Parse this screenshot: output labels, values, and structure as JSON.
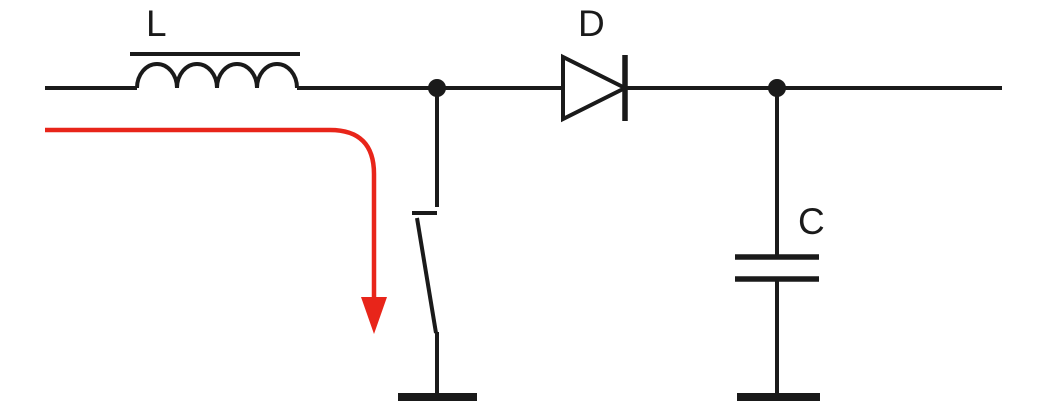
{
  "diagram": {
    "type": "circuit-schematic",
    "description": "Boost converter schematic with inductor, switch, diode and output capacitor; red arrow marks inductor current path into the closed switch",
    "labels": {
      "inductor": "L",
      "diode": "D",
      "capacitor": "C"
    },
    "colors": {
      "wire": "#1a1a1a",
      "current_arrow": "#e8251a",
      "background": "#ffffff"
    }
  }
}
